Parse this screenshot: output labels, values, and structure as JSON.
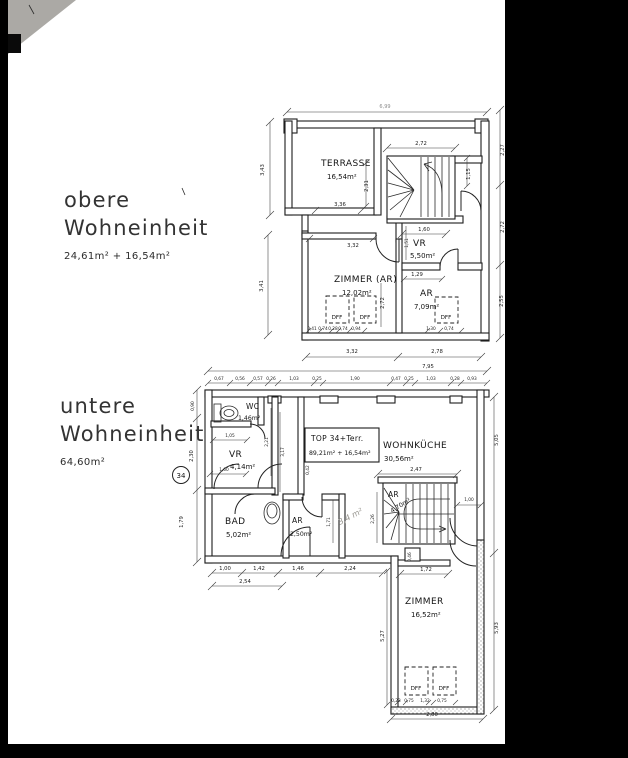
{
  "upper_unit": {
    "title_line1": "obere",
    "title_line2": "Wohneinheit",
    "area_text": "24,61m²  +  16,54m²"
  },
  "lower_unit": {
    "title_line1": "untere",
    "title_line2": "Wohneinheit",
    "area_text": "64,60m²"
  },
  "upper_plan": {
    "rooms": {
      "terrasse": {
        "name": "TERRASSE",
        "area": "16,54m²"
      },
      "zimmer": {
        "name": "ZIMMER (AR)",
        "area": "12,02m²"
      },
      "ar": {
        "name": "AR",
        "area": "7,09m²"
      },
      "vr": {
        "name": "VR",
        "area": "5,50m²"
      }
    },
    "window_label": "DFF",
    "dims": {
      "top_overall": "6,99",
      "stair_width": "2,72",
      "terrace_h": "2,31",
      "terrace_w": "3,36",
      "stair_right": "1,15",
      "below_stair": "1,60",
      "vr_side": "1,51",
      "zimmer_top": "3,32",
      "zimmer_h": "2,72",
      "ar_top": "1,29",
      "left_1": "3,43",
      "left_2": "3,41",
      "right_1": "2,27",
      "right_2": "2,72",
      "right_3": "2,55",
      "bottom_1": "3,32",
      "bottom_2": "2,78",
      "win_chain": [
        "0,41",
        "0,74",
        "0,28",
        "0,74",
        "0,94",
        "1,30",
        "0,74"
      ]
    }
  },
  "lower_plan": {
    "unit_circle": "34",
    "top_box": {
      "line1": "TOP 34+Terr.",
      "line2": "89,21m² + 16,54m²"
    },
    "rooms": {
      "wc": {
        "name": "WC",
        "area": "1,46m²"
      },
      "vr": {
        "name": "VR",
        "area": "4,14m²"
      },
      "bad": {
        "name": "BAD",
        "area": "5,02m²"
      },
      "ar_klein": {
        "name": "AR",
        "area": "2,50m²"
      },
      "wohnkueche": {
        "name": "WOHNKÜCHE",
        "area": "30,56m²"
      },
      "ar_stiege": {
        "name": "AR",
        "area": "4,70m²"
      },
      "zimmer": {
        "name": "ZIMMER",
        "area": "16,52m²"
      }
    },
    "pencil_note": "3,4 m²",
    "window_label": "DFF",
    "dims": {
      "top_overall": "7,95",
      "top_chain": [
        "0,67",
        "0,56",
        "0,57",
        "0,26",
        "1,03",
        "0,25",
        "1,90",
        "0,47",
        "0,25",
        "1,03",
        "0,28",
        "0,93"
      ],
      "left_chain": [
        "0,90",
        "2,30",
        "1,79"
      ],
      "wc_width": "1,05",
      "vr_width": "1,60",
      "corridor_1": "2,21",
      "corridor_2": "3,17",
      "wall_small": "0,42",
      "kitchen_width": "2,47",
      "stair_side": "1,00",
      "stair_left": "2,26",
      "hall_side": "1,71",
      "zimmer_door": "1,72",
      "zimmer_door_side": "0,46",
      "zimmer_left": "5,27",
      "right_upper": "5,05",
      "right_lower": "5,93",
      "bottom_chain": [
        "1,00",
        "1,42",
        "1,46",
        "2,24"
      ],
      "bottom_sub": "2,54",
      "zimmer_win_chain": [
        "0,23",
        "0,75",
        "1,32",
        "0,75"
      ],
      "zimmer_bottom": "2,80"
    }
  }
}
